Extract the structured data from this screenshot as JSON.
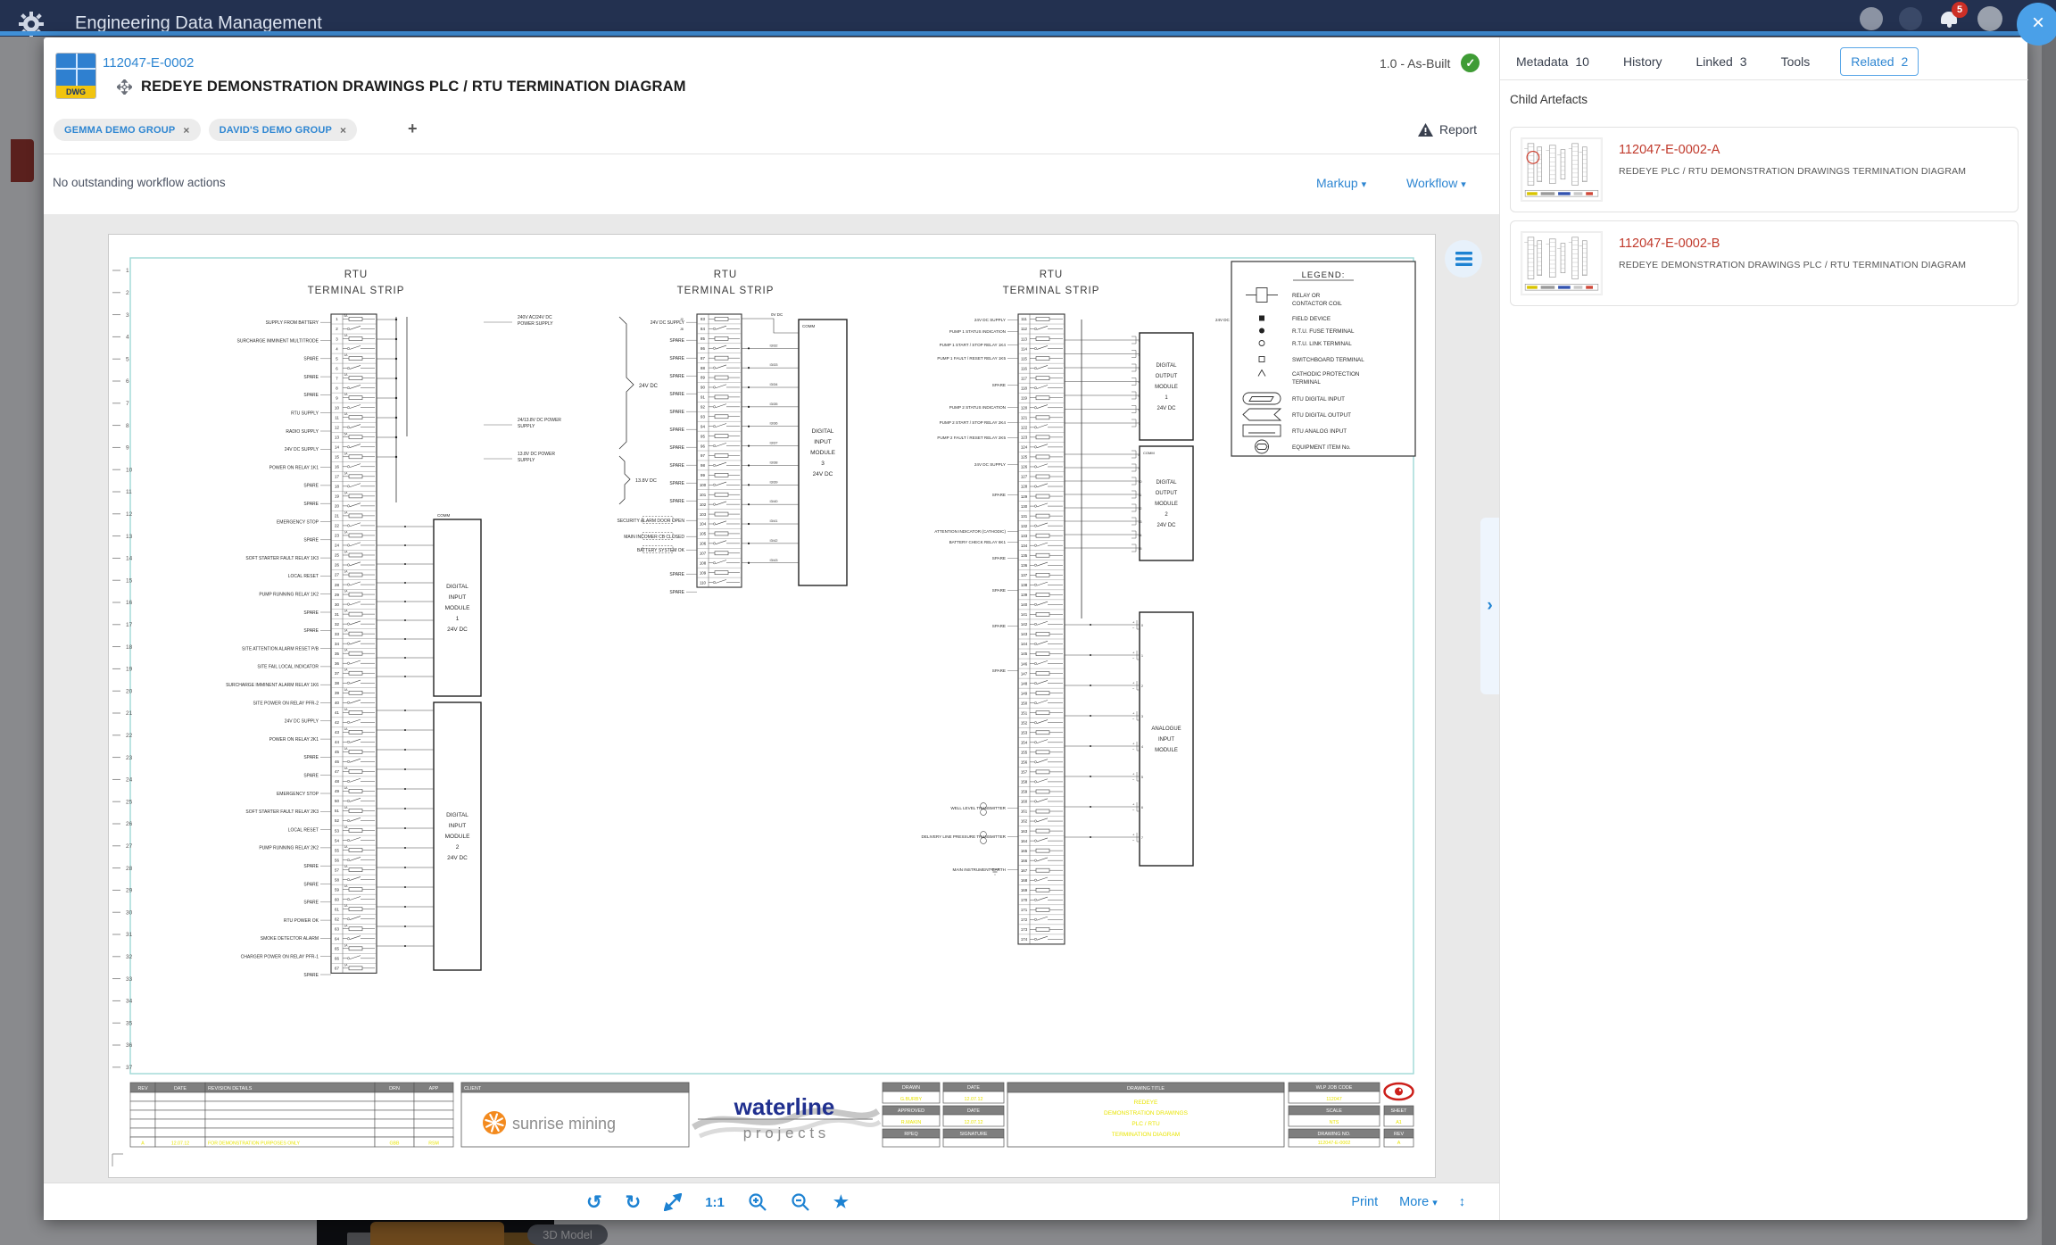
{
  "icons": {
    "close": "×",
    "plus": "+",
    "check": "✓",
    "caret": "▾",
    "star": "★",
    "rotate_left": "↺",
    "rotate_right": "↻",
    "updown": "↕",
    "chevron_right": "›"
  },
  "navbar": {
    "title": "Engineering Data Management",
    "notification_count": "5"
  },
  "modal": {
    "file_type_label": "DWG",
    "doc_number": "112047-E-0002",
    "doc_title": "REDEYE DEMONSTRATION DRAWINGS PLC / RTU TERMINATION DIAGRAM",
    "version": "1.0 - As-Built",
    "tags": [
      {
        "label": "GEMMA DEMO GROUP"
      },
      {
        "label": "DAVID'S DEMO GROUP"
      }
    ],
    "report_label": "Report",
    "workflow_message": "No outstanding workflow actions",
    "markup_label": "Markup",
    "workflow_label": "Workflow"
  },
  "right_panel": {
    "tabs": [
      {
        "label": "Metadata",
        "count": "10",
        "active": false
      },
      {
        "label": "History",
        "count": "",
        "active": false
      },
      {
        "label": "Linked",
        "count": "3",
        "active": false
      },
      {
        "label": "Tools",
        "count": "",
        "active": false
      },
      {
        "label": "Related",
        "count": "2",
        "active": true
      }
    ],
    "section_title": "Child Artefacts",
    "children": [
      {
        "number": "112047-E-0002-A",
        "description": "REDEYE PLC / RTU DEMONSTRATION DRAWINGS TERMINATION DIAGRAM",
        "thumb": "a"
      },
      {
        "number": "112047-E-0002-B",
        "description": "REDEYE DEMONSTRATION DRAWINGS PLC / RTU TERMINATION DIAGRAM",
        "thumb": "b"
      }
    ]
  },
  "viewer_toolbar": {
    "zoom_label": "1:1",
    "print_label": "Print",
    "more_label": "More"
  },
  "background": {
    "model_tab_label": "3D Model"
  },
  "drawing": {
    "margin_numbers_count": 37,
    "strip_header": "RTU\nTERMINAL STRIP",
    "legend": {
      "title": "LEGEND:",
      "items": [
        {
          "symbol": "relay-coil-symbol",
          "label": "RELAY OR\nCONTACTOR COIL"
        },
        {
          "symbol": "field-device-symbol",
          "label": "FIELD DEVICE"
        },
        {
          "symbol": "fuse-terminal-symbol",
          "label": "R.T.U. FUSE TERMINAL"
        },
        {
          "symbol": "link-terminal-symbol",
          "label": "R.T.U. LINK TERMINAL"
        },
        {
          "symbol": "switchboard-terminal-symbol",
          "label": "SWITCHBOARD TERMINAL"
        },
        {
          "symbol": "cathodic-terminal-symbol",
          "label": "CATHODIC PROTECTION\nTERMINAL"
        },
        {
          "symbol": "digital-input-symbol",
          "label": "RTU DIGITAL INPUT"
        },
        {
          "symbol": "digital-output-symbol",
          "label": "RTU DIGITAL OUTPUT"
        },
        {
          "symbol": "analog-input-symbol",
          "label": "RTU ANALOG INPUT"
        },
        {
          "symbol": "equipment-item-symbol",
          "label": "EQUIPMENT ITEM No."
        }
      ]
    },
    "col1": {
      "labels": [
        "SUPPLY FROM BATTERY",
        "SURCHARGE IMMINENT MULTITRODE",
        "SPARE",
        "SPARE",
        "SPARE",
        "RTU SUPPLY",
        "RADIO SUPPLY",
        "24V DC SUPPLY",
        "POWER ON RELAY 1K1",
        "SPARE",
        "SPARE",
        "EMERGENCY STOP",
        "SPARE",
        "SOFT STARTER FAULT RELAY 1K3",
        "LOCAL RESET",
        "PUMP RUNNING RELAY 1K2",
        "SPARE",
        "SPARE",
        "SITE ATTENTION ALARM RESET P/B",
        "SITE FAIL LOCAL INDICATOR",
        "SURCHARGE IMMINENT ALARM RELAY 1K6",
        "SITE POWER ON RELAY PFR-2",
        "24V DC SUPPLY",
        "POWER ON RELAY 2K1",
        "SPARE",
        "SPARE",
        "EMERGENCY STOP",
        "SOFT STARTER FAULT RELAY 2K3",
        "LOCAL RESET",
        "PUMP RUNNING RELAY 2K2",
        "SPARE",
        "SPARE",
        "SPARE",
        "RTU POWER OK",
        "SMOKE DETECTOR ALARM",
        "CHARGER POWER ON RELAY PFR-1",
        "SPARE"
      ],
      "psu_labels": [
        "240V AC/24V DC\nPOWER SUPPLY",
        "24/13.8V DC POWER\nSUPPLY",
        "13.8V DC POWER\nSUPPLY"
      ],
      "bus_labels": [
        "24V DC",
        "13.8V DC"
      ],
      "modules": [
        [
          "DIGITAL",
          "INPUT",
          "MODULE",
          "1",
          "24V DC"
        ],
        [
          "DIGITAL",
          "INPUT",
          "MODULE",
          "2",
          "24V DC"
        ]
      ],
      "comm_label": "COMM"
    },
    "col2": {
      "labels": [
        "24V DC SUPPLY",
        "SPARE",
        "SPARE",
        "SPARE",
        "SPARE",
        "SPARE",
        "SPARE",
        "SPARE",
        "SPARE",
        "SPARE",
        "SPARE",
        "SECURITY ALARM DOOR OPEN",
        "MAIN INCOMER CB CLOSED",
        "BATTERY SYSTEM OK",
        "SPARE",
        "SPARE"
      ],
      "di_refs": [
        "I3/32",
        "I3/33",
        "I3/34",
        "I3/35",
        "I3/36",
        "I3/37",
        "I3/38",
        "I3/39",
        "I3/40",
        "I3/41",
        "I3/42",
        "I3/43"
      ],
      "zero_v_label": "0V DC",
      "comm_label": "COMM",
      "module": [
        "DIGITAL",
        "INPUT",
        "MODULE",
        "3",
        "24V DC"
      ]
    },
    "col3": {
      "labels": [
        "24V DC SUPPLY",
        "PUMP 1 STATUS INDICATION",
        "PUMP 1 START / STOP RELAY 1K4",
        "PUMP 1 FAULT / RESET RELAY 1K5",
        "SPARE",
        "PUMP 2 STATUS INDICATION",
        "PUMP 2 START / STOP RELAY 2K4",
        "PUMP 2 FAULT / RESET RELAY 2K5",
        "24V DC SUPPLY",
        "SPARE",
        "ATTENTION INDICATOR (CATHODIC)",
        "BATTERY CHECK RELAY 6K1",
        "SPARE",
        "SPARE",
        "SPARE",
        "SPARE",
        "WELL LEVEL TRANSMITTER",
        "DELIVERY LINE PRESSURE TRANSMITTER",
        "MAIN INSTRUMENT EARTH"
      ],
      "modules": [
        [
          "DIGITAL",
          "OUTPUT",
          "MODULE",
          "1",
          "24V DC"
        ],
        [
          "DIGITAL",
          "OUTPUT",
          "MODULE",
          "2",
          "24V DC"
        ],
        [
          "ANALOGUE",
          "INPUT",
          "MODULE"
        ]
      ],
      "comm_label": "COMM",
      "dc_label": "24V DC"
    },
    "title_block": {
      "revision_table": {
        "headers": [
          "REV",
          "DATE",
          "REVISION DETAILS",
          "DRN",
          "APP"
        ],
        "rows": [
          {
            "rev": "A",
            "date": "12.07.12",
            "details": "FOR DEMONSTRATION PURPOSES ONLY",
            "drn": "GBB",
            "app": "RSM"
          }
        ]
      },
      "client_label": "CLIENT",
      "client_name": "sunrise mining",
      "logo_line1": "waterline",
      "logo_line2": "p r o j e c t s",
      "fields": {
        "drawn_label": "DRAWN",
        "drawn": "G.BURBY",
        "date1_label": "DATE",
        "date1": "12.07.12",
        "approved_label": "APPROVED",
        "approved": "R.MAKIN",
        "date2_label": "DATE",
        "date2": "12.07.12",
        "rpeq_label": "RPEQ",
        "signature_label": "SIGNATURE"
      },
      "title_label": "DRAWING TITLE",
      "title_lines": [
        "REDEYE",
        "DEMONSTRATION DRAWINGS",
        "PLC / RTU",
        "TERMINATION DIAGRAM"
      ],
      "job_code_label": "WLP JOB CODE",
      "job_code": "112047",
      "scale_label": "SCALE",
      "scale": "NTS",
      "sheet_label": "SHEET",
      "sheet": "A1",
      "drawing_no_label": "DRAWING NO.",
      "drawing_no": "112047-E-0002",
      "rev_label": "REV",
      "rev": "A"
    }
  }
}
